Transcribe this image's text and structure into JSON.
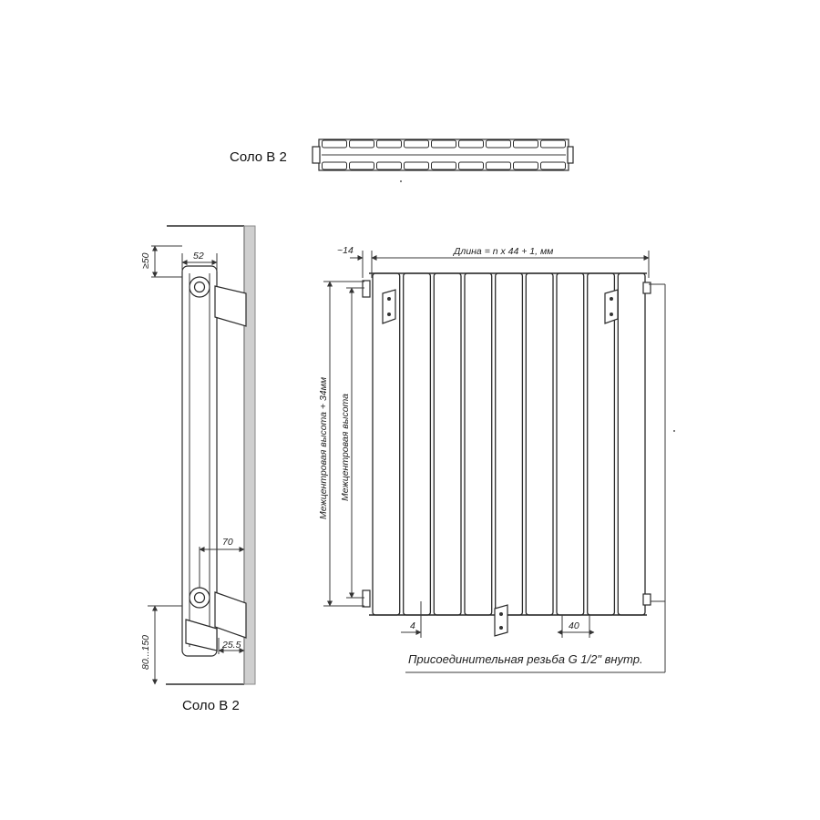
{
  "labels": {
    "top_view": "Соло В 2",
    "side_view": "Соло В 2"
  },
  "dimensions": {
    "top_clearance": "≥50",
    "depth": "52",
    "offset_70": "70",
    "offset_25_5": "25.5",
    "floor_clearance": "80...150",
    "offset_14": "~14",
    "length": "Длина = n x 44 + 1, мм",
    "center_height_plus": "Межцентровая высота + 34мм",
    "center_height": "Межцентровая высота",
    "offset_4": "4",
    "offset_40": "40"
  },
  "notes": {
    "connection": "Присоединительная резьба G 1/2\" внутр."
  },
  "radiator": {
    "section_count": 9
  }
}
